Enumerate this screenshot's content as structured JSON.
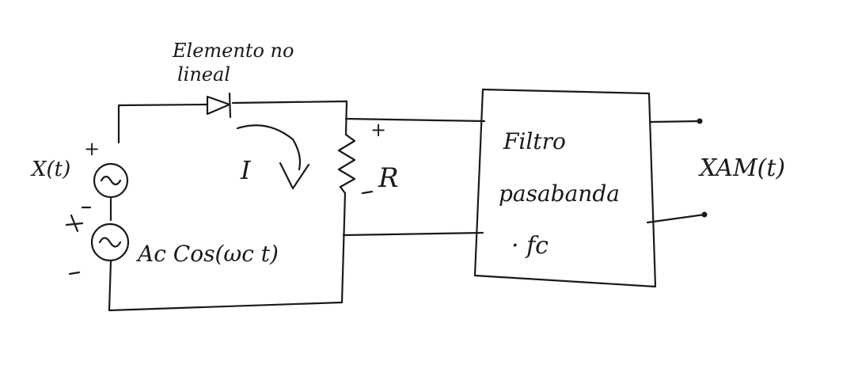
{
  "labels": {
    "nonlinear_line1": "Elemento no",
    "nonlinear_line2": "lineal",
    "input_signal": "X(t)",
    "carrier": "Ac Cos(ωc t)",
    "current": "I",
    "resistor": "R",
    "plus": "+",
    "minus": "-",
    "filter_line1": "Filtro",
    "filter_line2": "pasabanda",
    "filter_center": "· fc",
    "output_signal": "XAM(t)"
  },
  "colors": {
    "ink": "#1a1a1a",
    "background": "#ffffff"
  }
}
